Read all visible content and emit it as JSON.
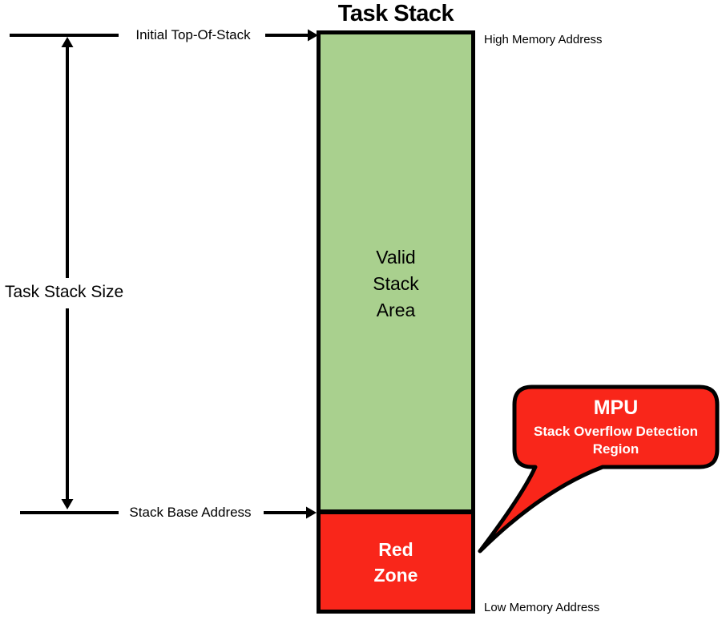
{
  "title": "Task Stack",
  "labels": {
    "initial_top_of_stack": "Initial Top-Of-Stack",
    "task_stack_size": "Task Stack Size",
    "stack_base_address": "Stack Base Address",
    "high_memory_address": "High Memory Address",
    "low_memory_address": "Low Memory Address"
  },
  "stack": {
    "valid_lines": [
      "Valid",
      "Stack",
      "Area"
    ],
    "red_lines": [
      "Red",
      "Zone"
    ]
  },
  "callout": {
    "title": "MPU",
    "subtitle_line1": "Stack Overflow Detection",
    "subtitle_line2": "Region"
  },
  "colors": {
    "valid_area_green": "#a9d08e",
    "red_zone_red": "#f9261a",
    "outline_black": "#000000",
    "callout_text_white": "#ffffff"
  }
}
